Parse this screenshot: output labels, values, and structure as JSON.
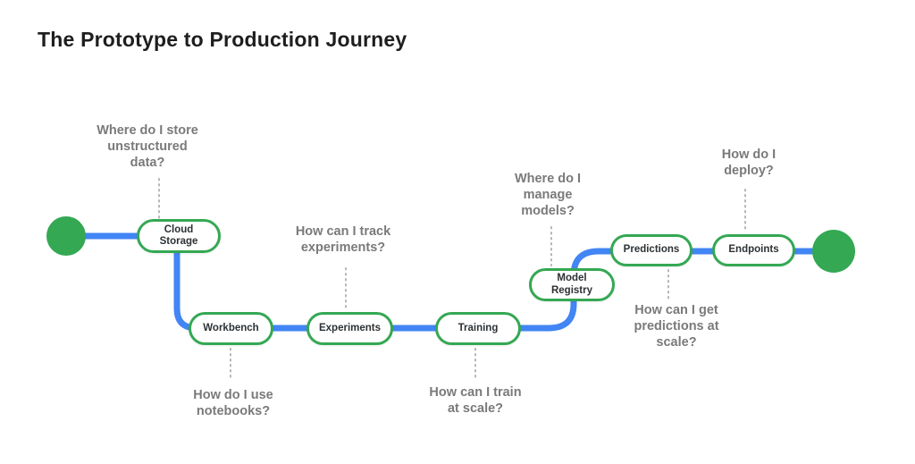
{
  "title": "The Prototype to Production Journey",
  "colors": {
    "node_green": "#34A853",
    "journey_blue": "#4285F4",
    "question_grey": "#7a7a7a"
  },
  "journey": {
    "nodes": [
      {
        "label": "Cloud\nStorage"
      },
      {
        "label": "Workbench"
      },
      {
        "label": "Experiments"
      },
      {
        "label": "Training"
      },
      {
        "label": "Model\nRegistry"
      },
      {
        "label": "Predictions"
      },
      {
        "label": "Endpoints"
      }
    ],
    "questions": [
      {
        "text": "Where do I store\nunstructured\ndata?"
      },
      {
        "text": "How can I track\nexperiments?"
      },
      {
        "text": "How do I use\nnotebooks?"
      },
      {
        "text": "How can I train\nat scale?"
      },
      {
        "text": "Where do I\nmanage\nmodels?"
      },
      {
        "text": "How can I get\npredictions at\nscale?"
      },
      {
        "text": "How do I\ndeploy?"
      }
    ]
  }
}
